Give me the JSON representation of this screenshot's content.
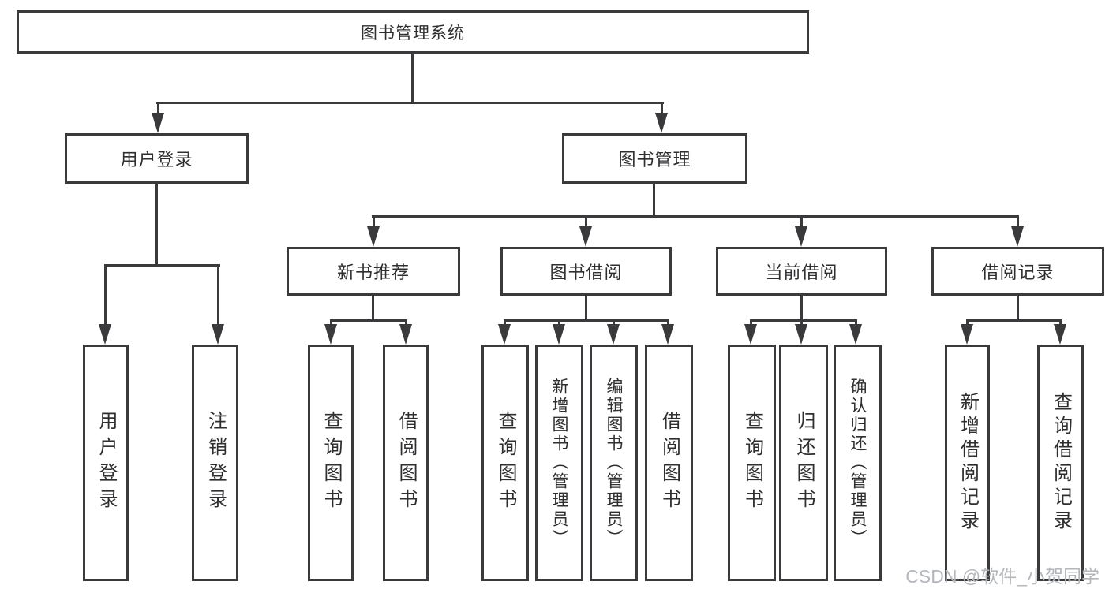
{
  "diagram": {
    "root": "图书管理系统",
    "level2": [
      "用户登录",
      "图书管理"
    ],
    "level3": [
      "新书推荐",
      "图书借阅",
      "当前借阅",
      "借阅记录"
    ],
    "groups": {
      "g1": [
        "用户登录",
        "注销登录"
      ],
      "g2": [
        "查询图书",
        "借阅图书"
      ],
      "g3": [
        "查询图书",
        "新增图书（管理员）",
        "编辑图书（管理员）",
        "借阅图书"
      ],
      "g4": [
        "查询图书",
        "归还图书",
        "确认归还（管理员）"
      ],
      "g5": [
        "新增借阅记录",
        "查询借阅记录"
      ]
    }
  },
  "watermark": "CSDN @软件_小贺同学",
  "colors": {
    "line": "#3a3a3c",
    "text": "#2f2f31",
    "watermark": "#b4b7bb",
    "background": "#ffffff"
  }
}
